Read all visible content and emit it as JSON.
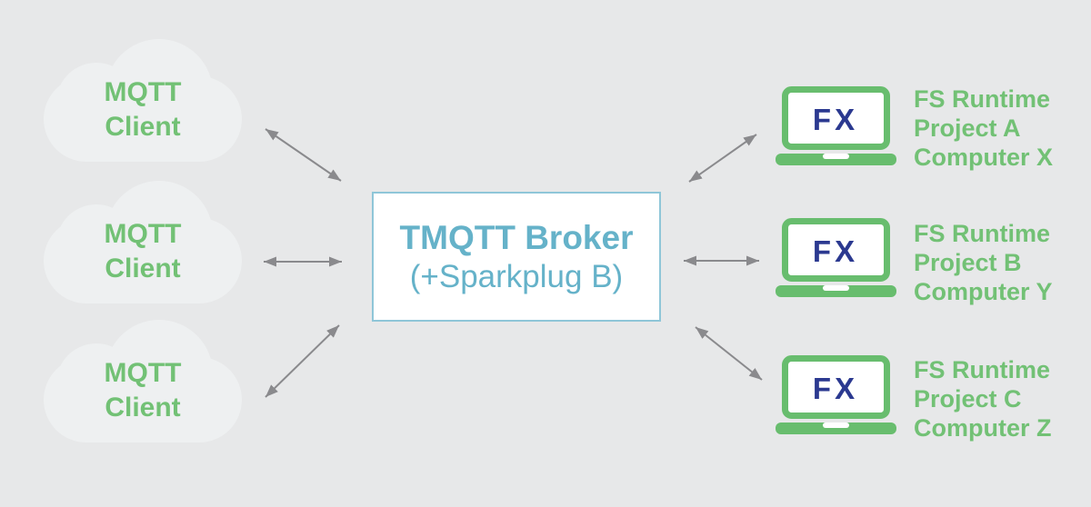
{
  "colors": {
    "background": "#e7e8e9",
    "cloud": "#eef0f1",
    "text_green": "#72c175",
    "laptop_green": "#68bd6e",
    "navy": "#2b3990",
    "teal_text": "#65b2c9",
    "box_border": "#8fc6d8",
    "box_bg": "#ffffff",
    "arrow": "#8a8a8d"
  },
  "clients": [
    {
      "line1": "MQTT",
      "line2": "Client"
    },
    {
      "line1": "MQTT",
      "line2": "Client"
    },
    {
      "line1": "MQTT",
      "line2": "Client"
    }
  ],
  "broker": {
    "title": "TMQTT Broker",
    "subtitle": "(+Sparkplug B)"
  },
  "runtimes": [
    {
      "icon_label": "FX",
      "line1": "FS Runtime",
      "line2": "Project A",
      "line3": "Computer X"
    },
    {
      "icon_label": "FX",
      "line1": "FS Runtime",
      "line2": "Project B",
      "line3": "Computer Y"
    },
    {
      "icon_label": "FX",
      "line1": "FS Runtime",
      "line2": "Project C",
      "line3": "Computer Z"
    }
  ]
}
